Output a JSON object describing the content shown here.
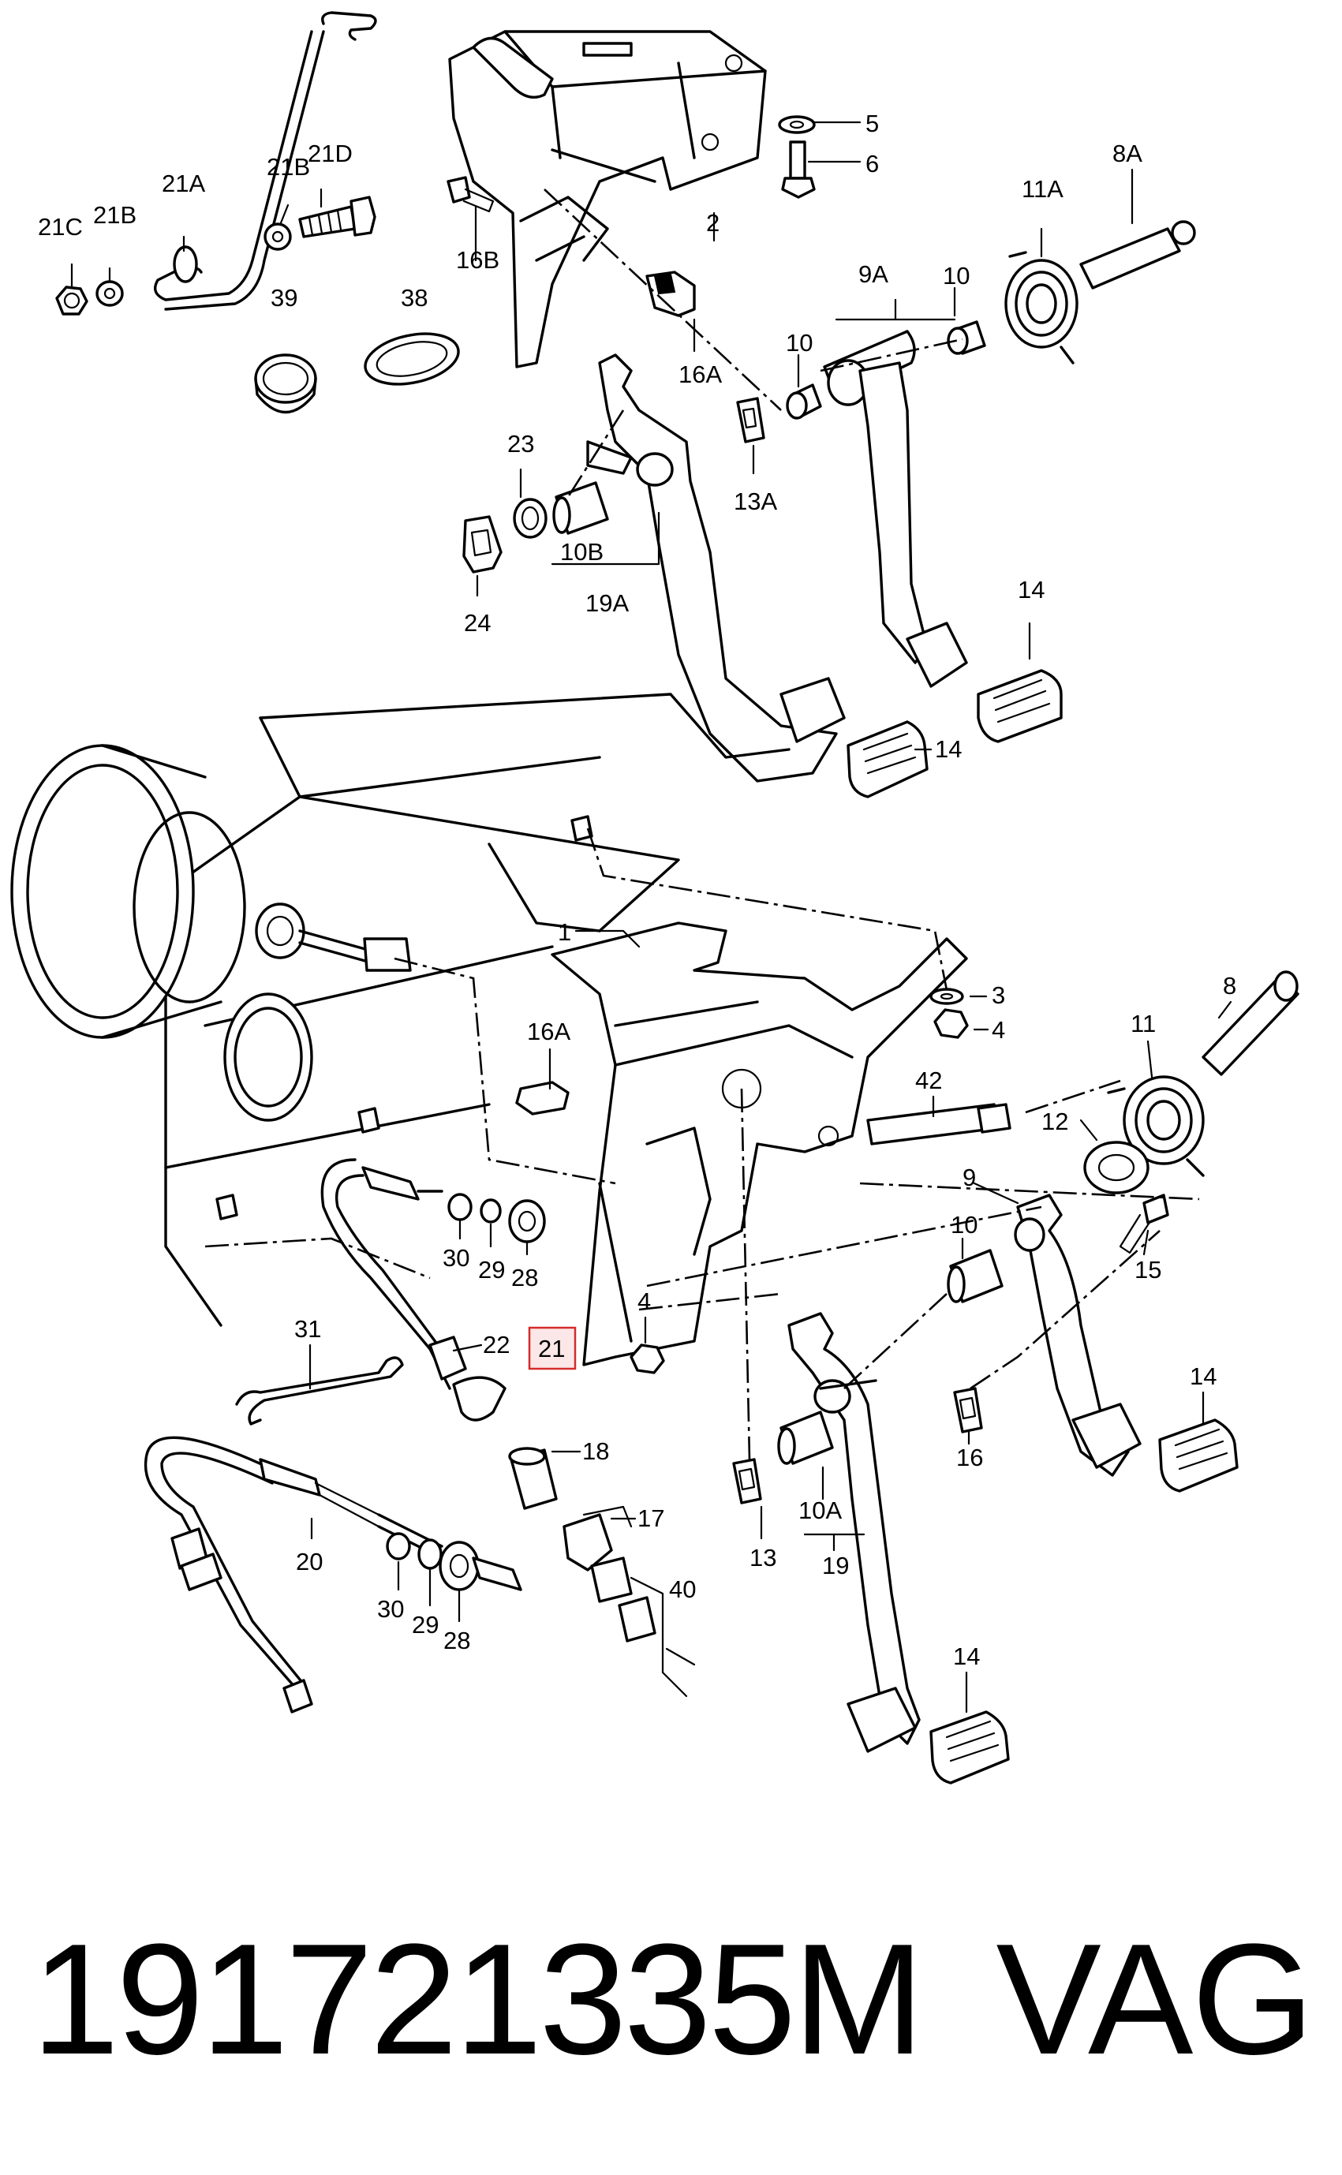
{
  "diagram": {
    "callouts": {
      "c21C": "21C",
      "c21B_left": "21B",
      "c21A": "21A",
      "c21B_right": "21B",
      "c21D": "21D",
      "c39": "39",
      "c38": "38",
      "c16B": "16B",
      "c16A_top": "16A",
      "c2": "2",
      "c5": "5",
      "c6": "6",
      "c8A": "8A",
      "c11A": "11A",
      "c9A": "9A",
      "c10_a": "10",
      "c10_b": "10",
      "c13A": "13A",
      "c23": "23",
      "c10B": "10B",
      "c19A": "19A",
      "c24": "24",
      "c14_a": "14",
      "c14_b": "14",
      "c1": "1",
      "c3": "3",
      "c4_a": "4",
      "c8": "8",
      "c11": "11",
      "c16A_mid": "16A",
      "c42": "42",
      "c12": "12",
      "c9": "9",
      "c10_c": "10",
      "c15": "15",
      "c30_a": "30",
      "c29_a": "29",
      "c28_a": "28",
      "c4_b": "4",
      "c22": "22",
      "c21": "21",
      "c31": "31",
      "c18": "18",
      "c14_c": "14",
      "c16": "16",
      "c17": "17",
      "c40": "40",
      "c20": "20",
      "c30_b": "30",
      "c29_b": "29",
      "c28_b": "28",
      "c13": "13",
      "c10A": "10A",
      "c19": "19",
      "c14_d": "14"
    },
    "highlighted_callout": "21",
    "highlight_color": "#d52b2b"
  },
  "caption": {
    "part_number": "191721335M",
    "brand": "VAG"
  }
}
